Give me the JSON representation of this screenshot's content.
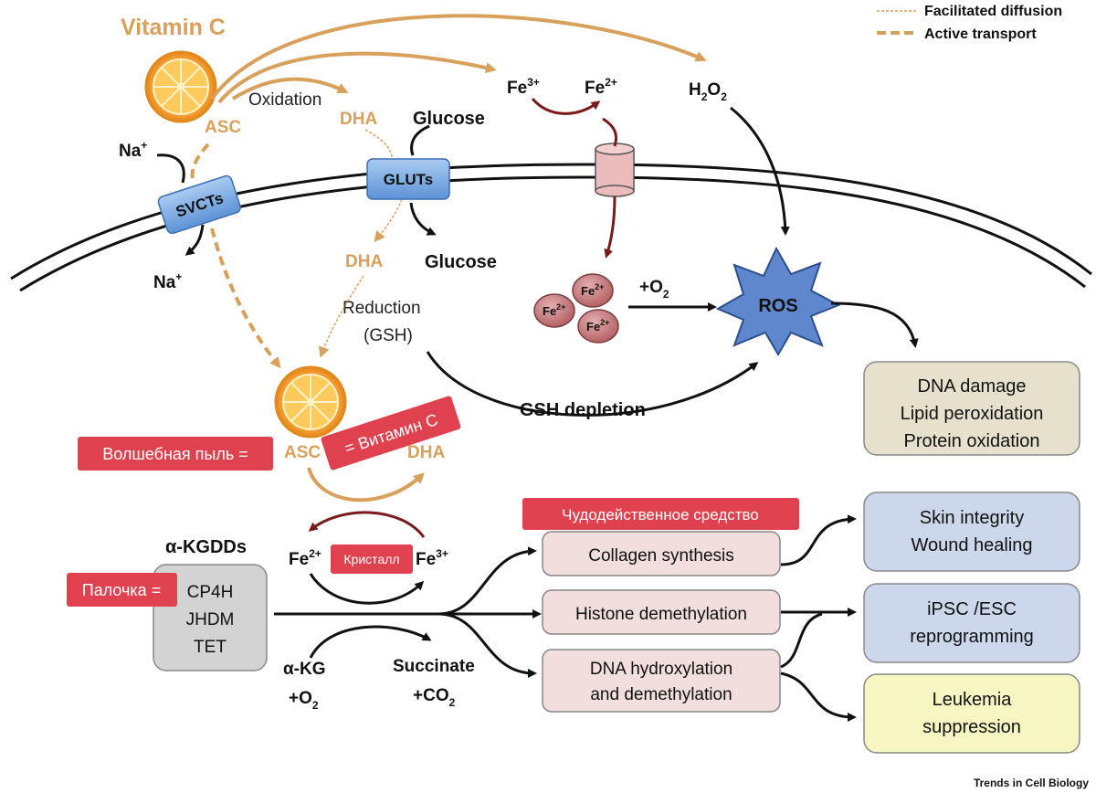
{
  "title": "Vitamin C",
  "legend": {
    "facilitated": "Facilitated diffusion",
    "active": "Active transport"
  },
  "membrane": {
    "svcts": "SVCTs",
    "gluts": "GLUTs"
  },
  "labels": {
    "asc_top": "ASC",
    "oxidation": "Oxidation",
    "dha_top": "DHA",
    "glucose_out": "Glucose",
    "na_out": "Na",
    "na_in": "Na",
    "na_sup": "+",
    "dha_in": "DHA",
    "glucose_in": "Glucose",
    "reduction": "Reduction",
    "gsh": "(GSH)",
    "fe3_base": "Fe",
    "fe3_sup": "3+",
    "fe2_base": "Fe",
    "fe2_sup": "2+",
    "h2o2": "H",
    "h2o2_sub1": "2",
    "h2o2_o": "O",
    "h2o2_sub2": "2",
    "fe2_particle": "Fe",
    "fe2_particle_sup": "2+",
    "o2": "+O",
    "o2_sub": "2",
    "ros": "ROS",
    "gsh_depletion": "GSH depletion",
    "asc_mid": "ASC",
    "dha_mid": "DHA",
    "akgdds": "α-KGDDs",
    "fe2_cycle": "Fe",
    "fe3_cycle": "Fe",
    "akg": "α-KG",
    "akg_o2": "+O",
    "akg_o2_sub": "2",
    "succinate": "Succinate",
    "co2": "+CO",
    "co2_sub": "2",
    "credit": "Trends in Cell Biology"
  },
  "enzymes": [
    "CP4H",
    "JHDM",
    "TET"
  ],
  "processes": {
    "collagen": "Collagen synthesis",
    "histone": "Histone demethylation",
    "dna_line1": "DNA hydroxylation",
    "dna_line2": "and demethylation"
  },
  "outcomes": {
    "damage": [
      "DNA damage",
      "Lipid peroxidation",
      "Protein oxidation"
    ],
    "skin": [
      "Skin integrity",
      "Wound healing"
    ],
    "ipsc": [
      "iPSC /ESC",
      "reprogramming"
    ],
    "leukemia": [
      "Leukemia",
      "suppression"
    ]
  },
  "overlays": {
    "magic_dust": "Волшебная пыль =",
    "vitamin_c_ru": "= Витамин С",
    "crystal": "Кристалл",
    "wand": "Палочка =",
    "miracle": "Чудодейственное средство"
  },
  "colors": {
    "orange": "#d9a05c",
    "red_label": "#e0414f",
    "transporter": "#7fb2e6",
    "ros": "#5e87ce",
    "iron": "#c47a7c",
    "damage_box": "#e6e1cd",
    "blue_box": "#ccd7ec",
    "yellow_box": "#f6f6c2",
    "pink_box": "#f1dedd",
    "gray_box": "#d3d3d3",
    "dark_red": "#7a1b1b"
  }
}
